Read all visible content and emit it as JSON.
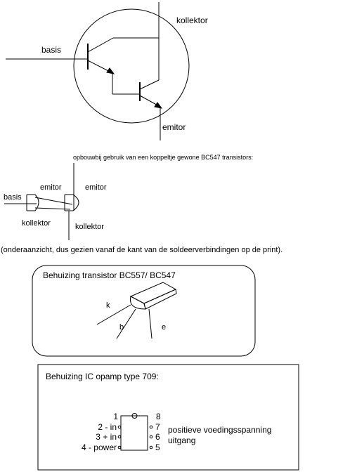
{
  "darlington": {
    "label_basis": "basis",
    "label_kollektor": "kollektor",
    "label_emitor": "emitor"
  },
  "build_note": "opbouwbij gebruik van een koppeltje gewone  BC547 transistors:",
  "pinout": {
    "label_basis": "basis",
    "label_emitor_left": "emitor",
    "label_emitor_right": "emitor",
    "label_kollektor_left": "kollektor",
    "label_kollektor_right": "kollektor"
  },
  "bottom_view_note": "(onderaanzicht, dus gezien vanaf de kant van de soldeerverbindingen op de print).",
  "transistor_housing": {
    "title": "Behuizing transistor BC557/ BC547",
    "pin_k": "k",
    "pin_b": "b",
    "pin_e": "e"
  },
  "opamp_housing": {
    "title": "Behuizing IC opamp type 709:",
    "pins_left": [
      "1",
      "2 - in",
      "3 + in",
      "4 - power"
    ],
    "pins_right": [
      "8",
      "7",
      "6",
      "5"
    ],
    "pin_descriptions": [
      "positieve voedingsspanning",
      "uitgang"
    ]
  }
}
